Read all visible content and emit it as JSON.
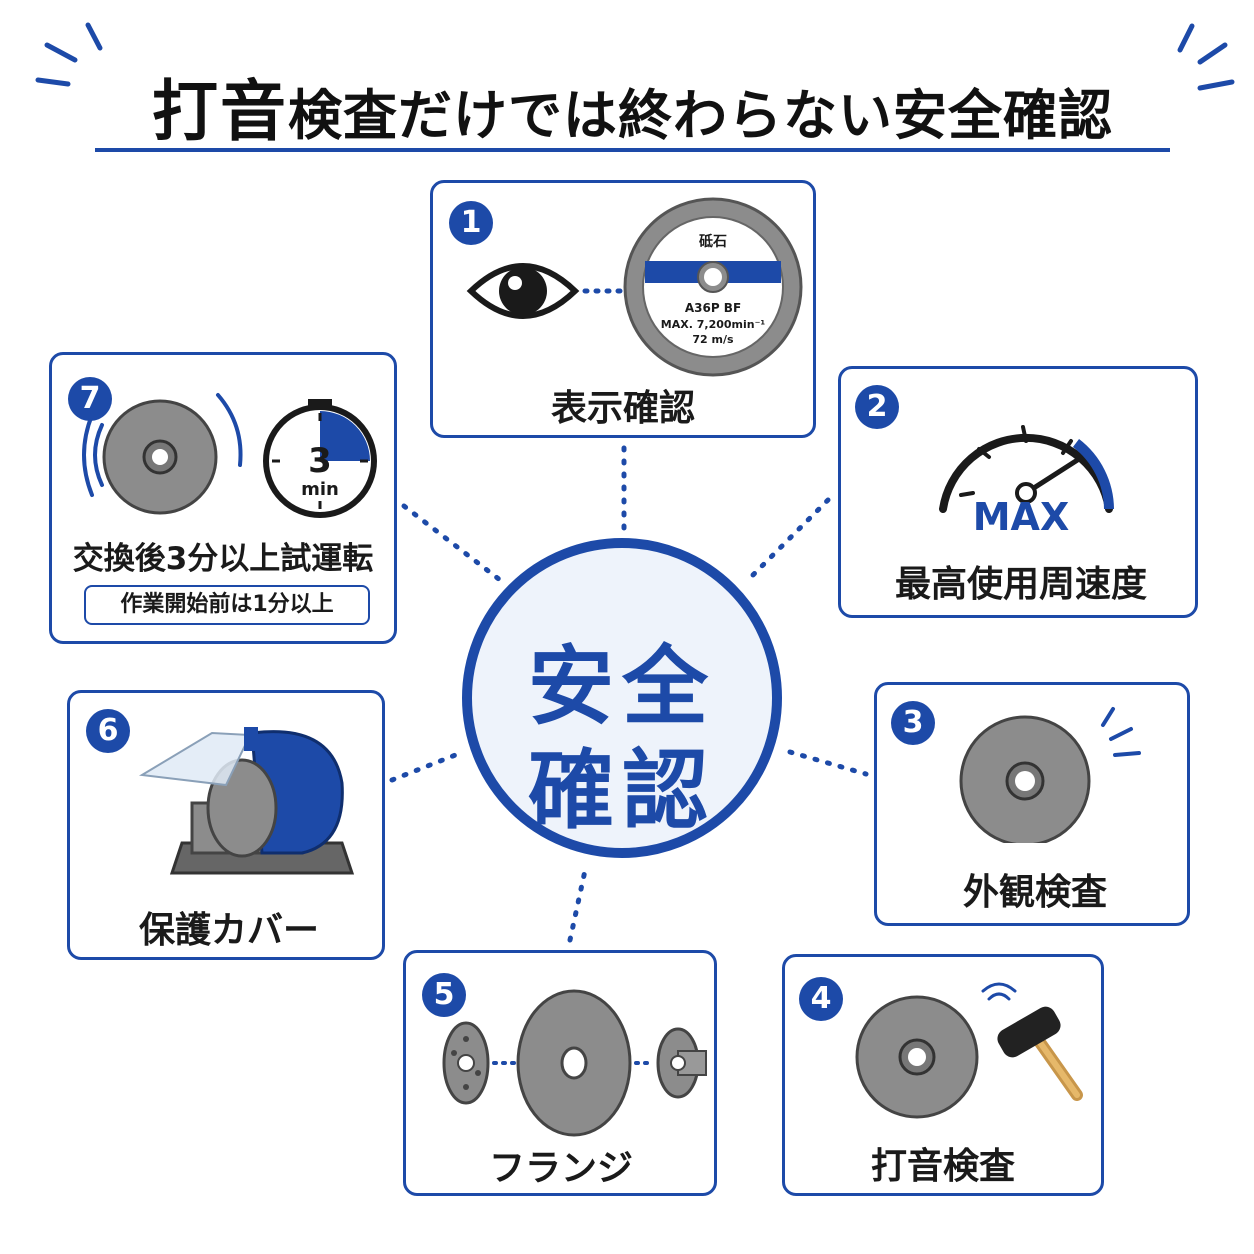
{
  "title": {
    "part1": "打音",
    "part2": "検査だけでは終わらない安全確認"
  },
  "center": {
    "line1": "安全",
    "line2": "確認"
  },
  "colors": {
    "accent": "#1d4aa8",
    "wheel": "#8c8c8c",
    "dark": "#333333"
  },
  "cards": [
    {
      "number": "1",
      "label": "表示確認",
      "wheel_text": {
        "top": "砥石",
        "spec1": "A36P BF",
        "spec2": "MAX. 7,200min⁻¹",
        "spec3": "72 m/s"
      },
      "icon": "eye-icon"
    },
    {
      "number": "2",
      "label": "最高使用周速度",
      "gauge_text": "MAX",
      "icon": "gauge-icon"
    },
    {
      "number": "3",
      "label": "外観検査",
      "icon": "grinding-wheel-icon"
    },
    {
      "number": "4",
      "label": "打音検査",
      "icon": "hammer-icon"
    },
    {
      "number": "5",
      "label": "フランジ",
      "icon": "flange-icon"
    },
    {
      "number": "6",
      "label": "保護カバー",
      "icon": "bench-grinder-icon"
    },
    {
      "number": "7",
      "label": "交換後3分以上試運転",
      "sub_label": "作業開始前は1分以上",
      "timer_value": "3",
      "timer_unit": "min",
      "icon": "timer-icon"
    }
  ]
}
